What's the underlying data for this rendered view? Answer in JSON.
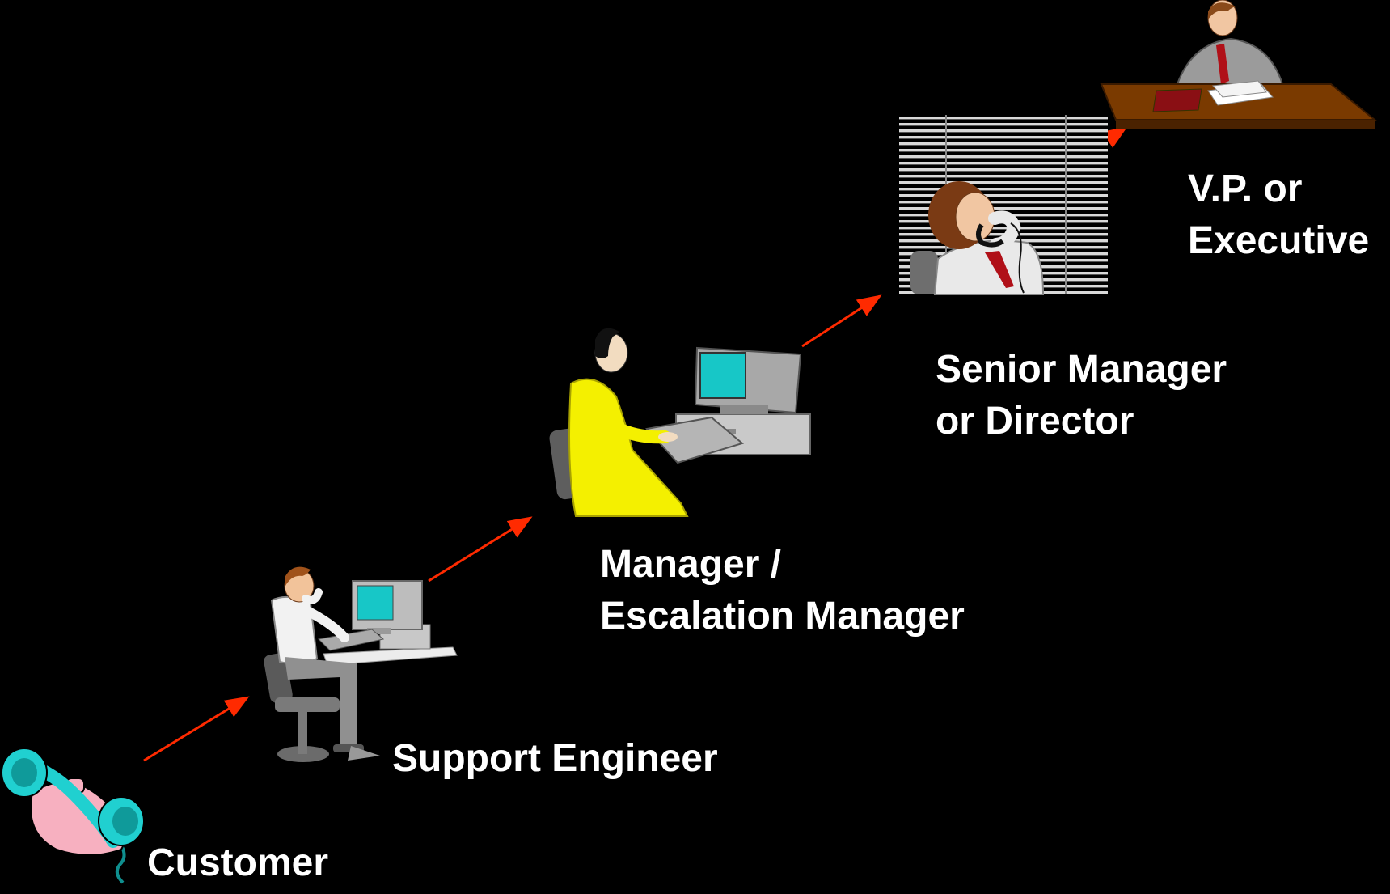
{
  "theme": {
    "background": "#000000",
    "text_color": "#ffffff",
    "arrow_color": "#ff2a00"
  },
  "levels": [
    {
      "icon": "telephone-handset-icon",
      "lines": [
        "Customer"
      ]
    },
    {
      "icon": "engineer-at-computer-icon",
      "lines": [
        "Support Engineer"
      ]
    },
    {
      "icon": "manager-at-computer-icon",
      "lines": [
        "Manager /",
        "Escalation Manager"
      ]
    },
    {
      "icon": "director-on-phone-icon",
      "lines": [
        "Senior Manager",
        "or Director"
      ]
    },
    {
      "icon": "executive-at-desk-icon",
      "lines": [
        "V.P. or",
        "Executive"
      ]
    }
  ]
}
